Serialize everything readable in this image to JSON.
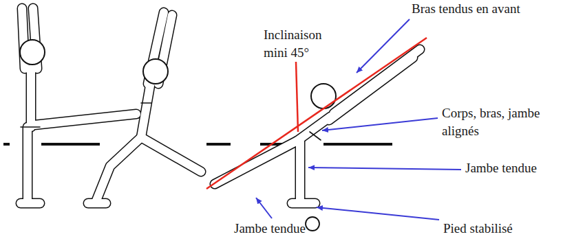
{
  "diagram": {
    "labels": [
      "Bras tendus en avant",
      "Inclinaison mini 45°",
      "Corps, bras, jambe alignés",
      "Jambe tendue",
      "Jambe tendue",
      "Pied stabilisé"
    ]
  }
}
